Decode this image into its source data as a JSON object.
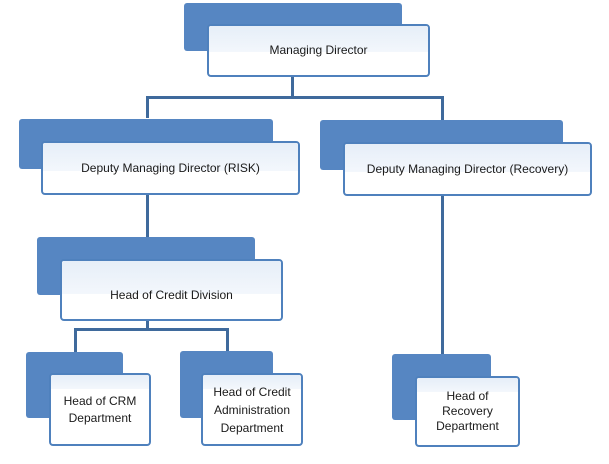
{
  "nodes": {
    "md": "Managing Director",
    "dmd_risk": "Deputy Managing Director (RISK)",
    "dmd_recovery": "Deputy Managing Director (Recovery)",
    "head_credit": "Head of Credit Division",
    "head_crm": "Head of CRM\nDepartment",
    "head_credit_admin": "Head of Credit\nAdministration\nDepartment",
    "head_recovery": "Head of\nRecovery\nDepartment"
  },
  "colors": {
    "box_back": "#5686c2",
    "box_border": "#4f81bd",
    "connector": "#3f6a9c"
  }
}
